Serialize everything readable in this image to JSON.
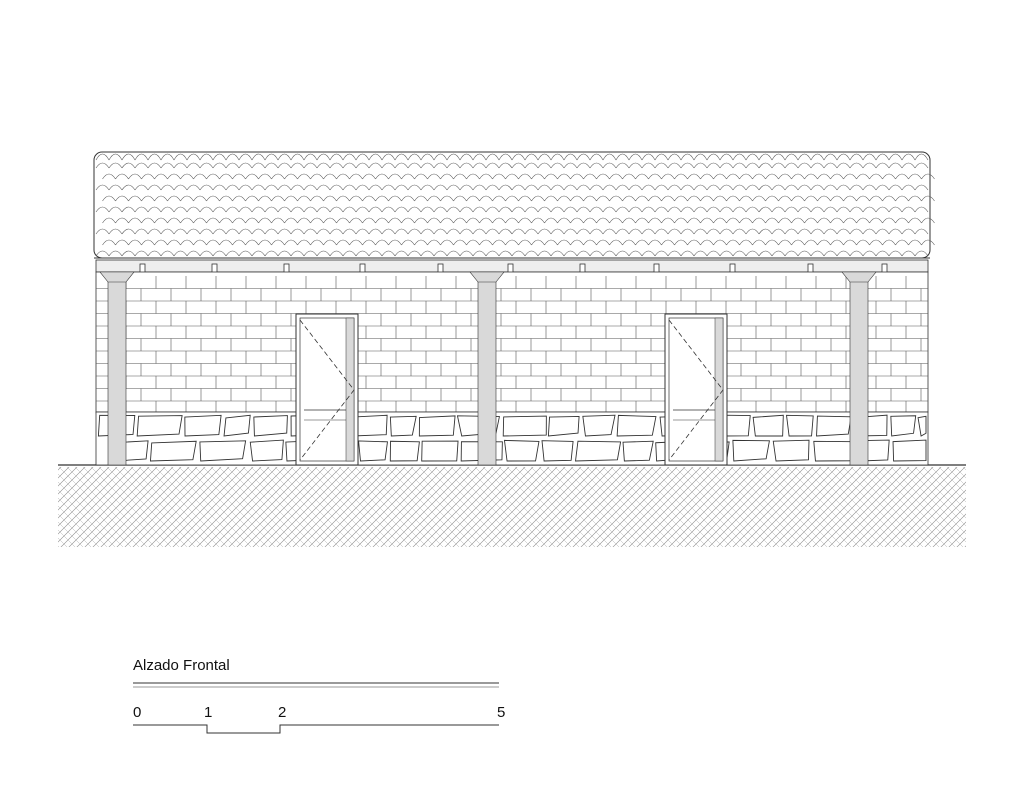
{
  "title": "Alzado Frontal",
  "scale_bar": {
    "ticks": [
      {
        "label": "0",
        "value": 0
      },
      {
        "label": "1",
        "value": 1
      },
      {
        "label": "2",
        "value": 2
      },
      {
        "label": "5",
        "value": 5
      }
    ]
  },
  "colors": {
    "line": "#333333",
    "light_line": "#777777",
    "column_fill": "#d9d9d9",
    "ground_hatch": "#8a8a8a"
  }
}
